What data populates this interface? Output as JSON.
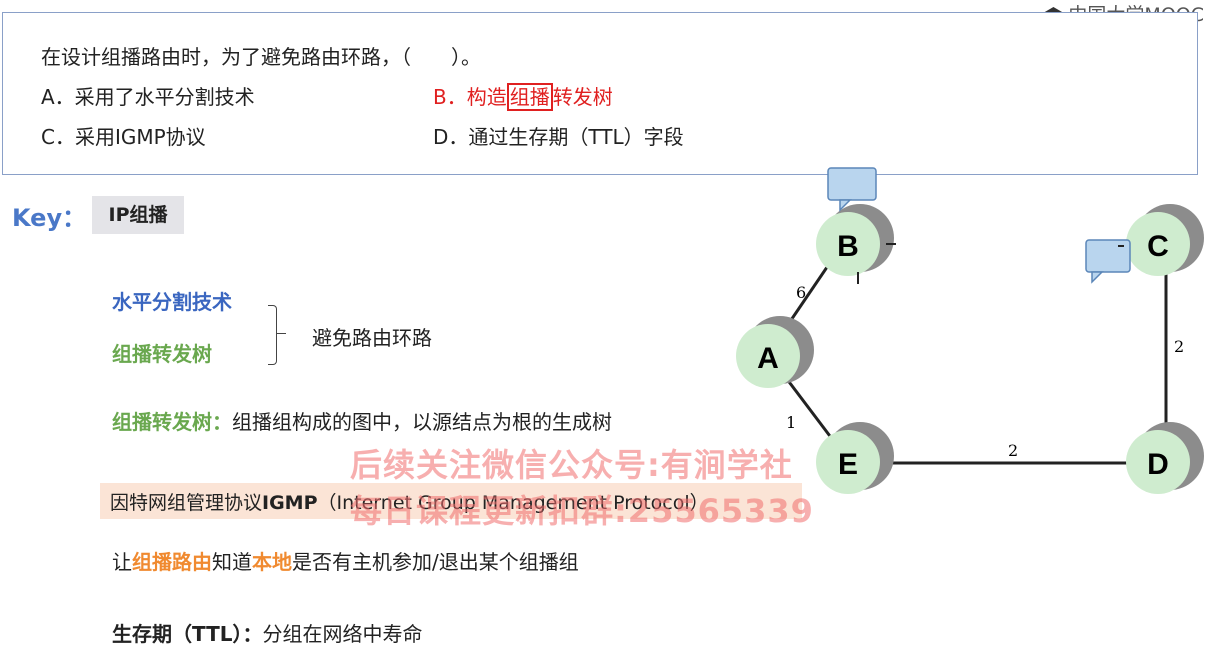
{
  "logo": {
    "text": "中国大学MOOC"
  },
  "question": {
    "stem": "在设计组播路由时，为了避免路由环路，（　　）。",
    "option_a": "A．采用了水平分割技术",
    "option_b_prefix": "B．构造",
    "option_b_highlight": "组播",
    "option_b_suffix": "转发树",
    "option_c": "C．采用IGMP协议",
    "option_d": "D．通过生存期（TTL）字段"
  },
  "key": {
    "label": "Key：",
    "topic": "IP组播"
  },
  "notes": {
    "split_horizon": "水平分割技术",
    "forwarding_tree": "组播转发树",
    "avoid_loop": "避免路由环路",
    "tree_def_label": "组播转发树：",
    "tree_def_text": "组播组构成的图中，以源结点为根的生成树",
    "igmp_prefix": "因特网组管理协议",
    "igmp_abbr": "IGMP",
    "igmp_full": "（Internet Group Management Protocol）",
    "igmp_desc_1": "让",
    "igmp_desc_2": "组播路由",
    "igmp_desc_3": "知道",
    "igmp_desc_4": "本地",
    "igmp_desc_5": "是否有主机参加/退出某个组播组",
    "ttl_label": "生存期（TTL）：",
    "ttl_text": "分组在网络中寿命"
  },
  "watermark": {
    "line1": "后续关注微信公众号:有涧学社",
    "line2": "每日课程更新扣群:25565339"
  },
  "graph": {
    "nodes": [
      "A",
      "B",
      "C",
      "D",
      "E"
    ],
    "edges": [
      {
        "from": "A",
        "to": "B",
        "weight": "6"
      },
      {
        "from": "A",
        "to": "E",
        "weight": "1"
      },
      {
        "from": "E",
        "to": "D",
        "weight": "2"
      },
      {
        "from": "C",
        "to": "D",
        "weight": "2"
      }
    ]
  },
  "colors": {
    "node_fill": "#cfeccf",
    "node_shadow": "#8c8c8c",
    "accent_red": "#e02020",
    "key_blue": "#4a78c8"
  }
}
